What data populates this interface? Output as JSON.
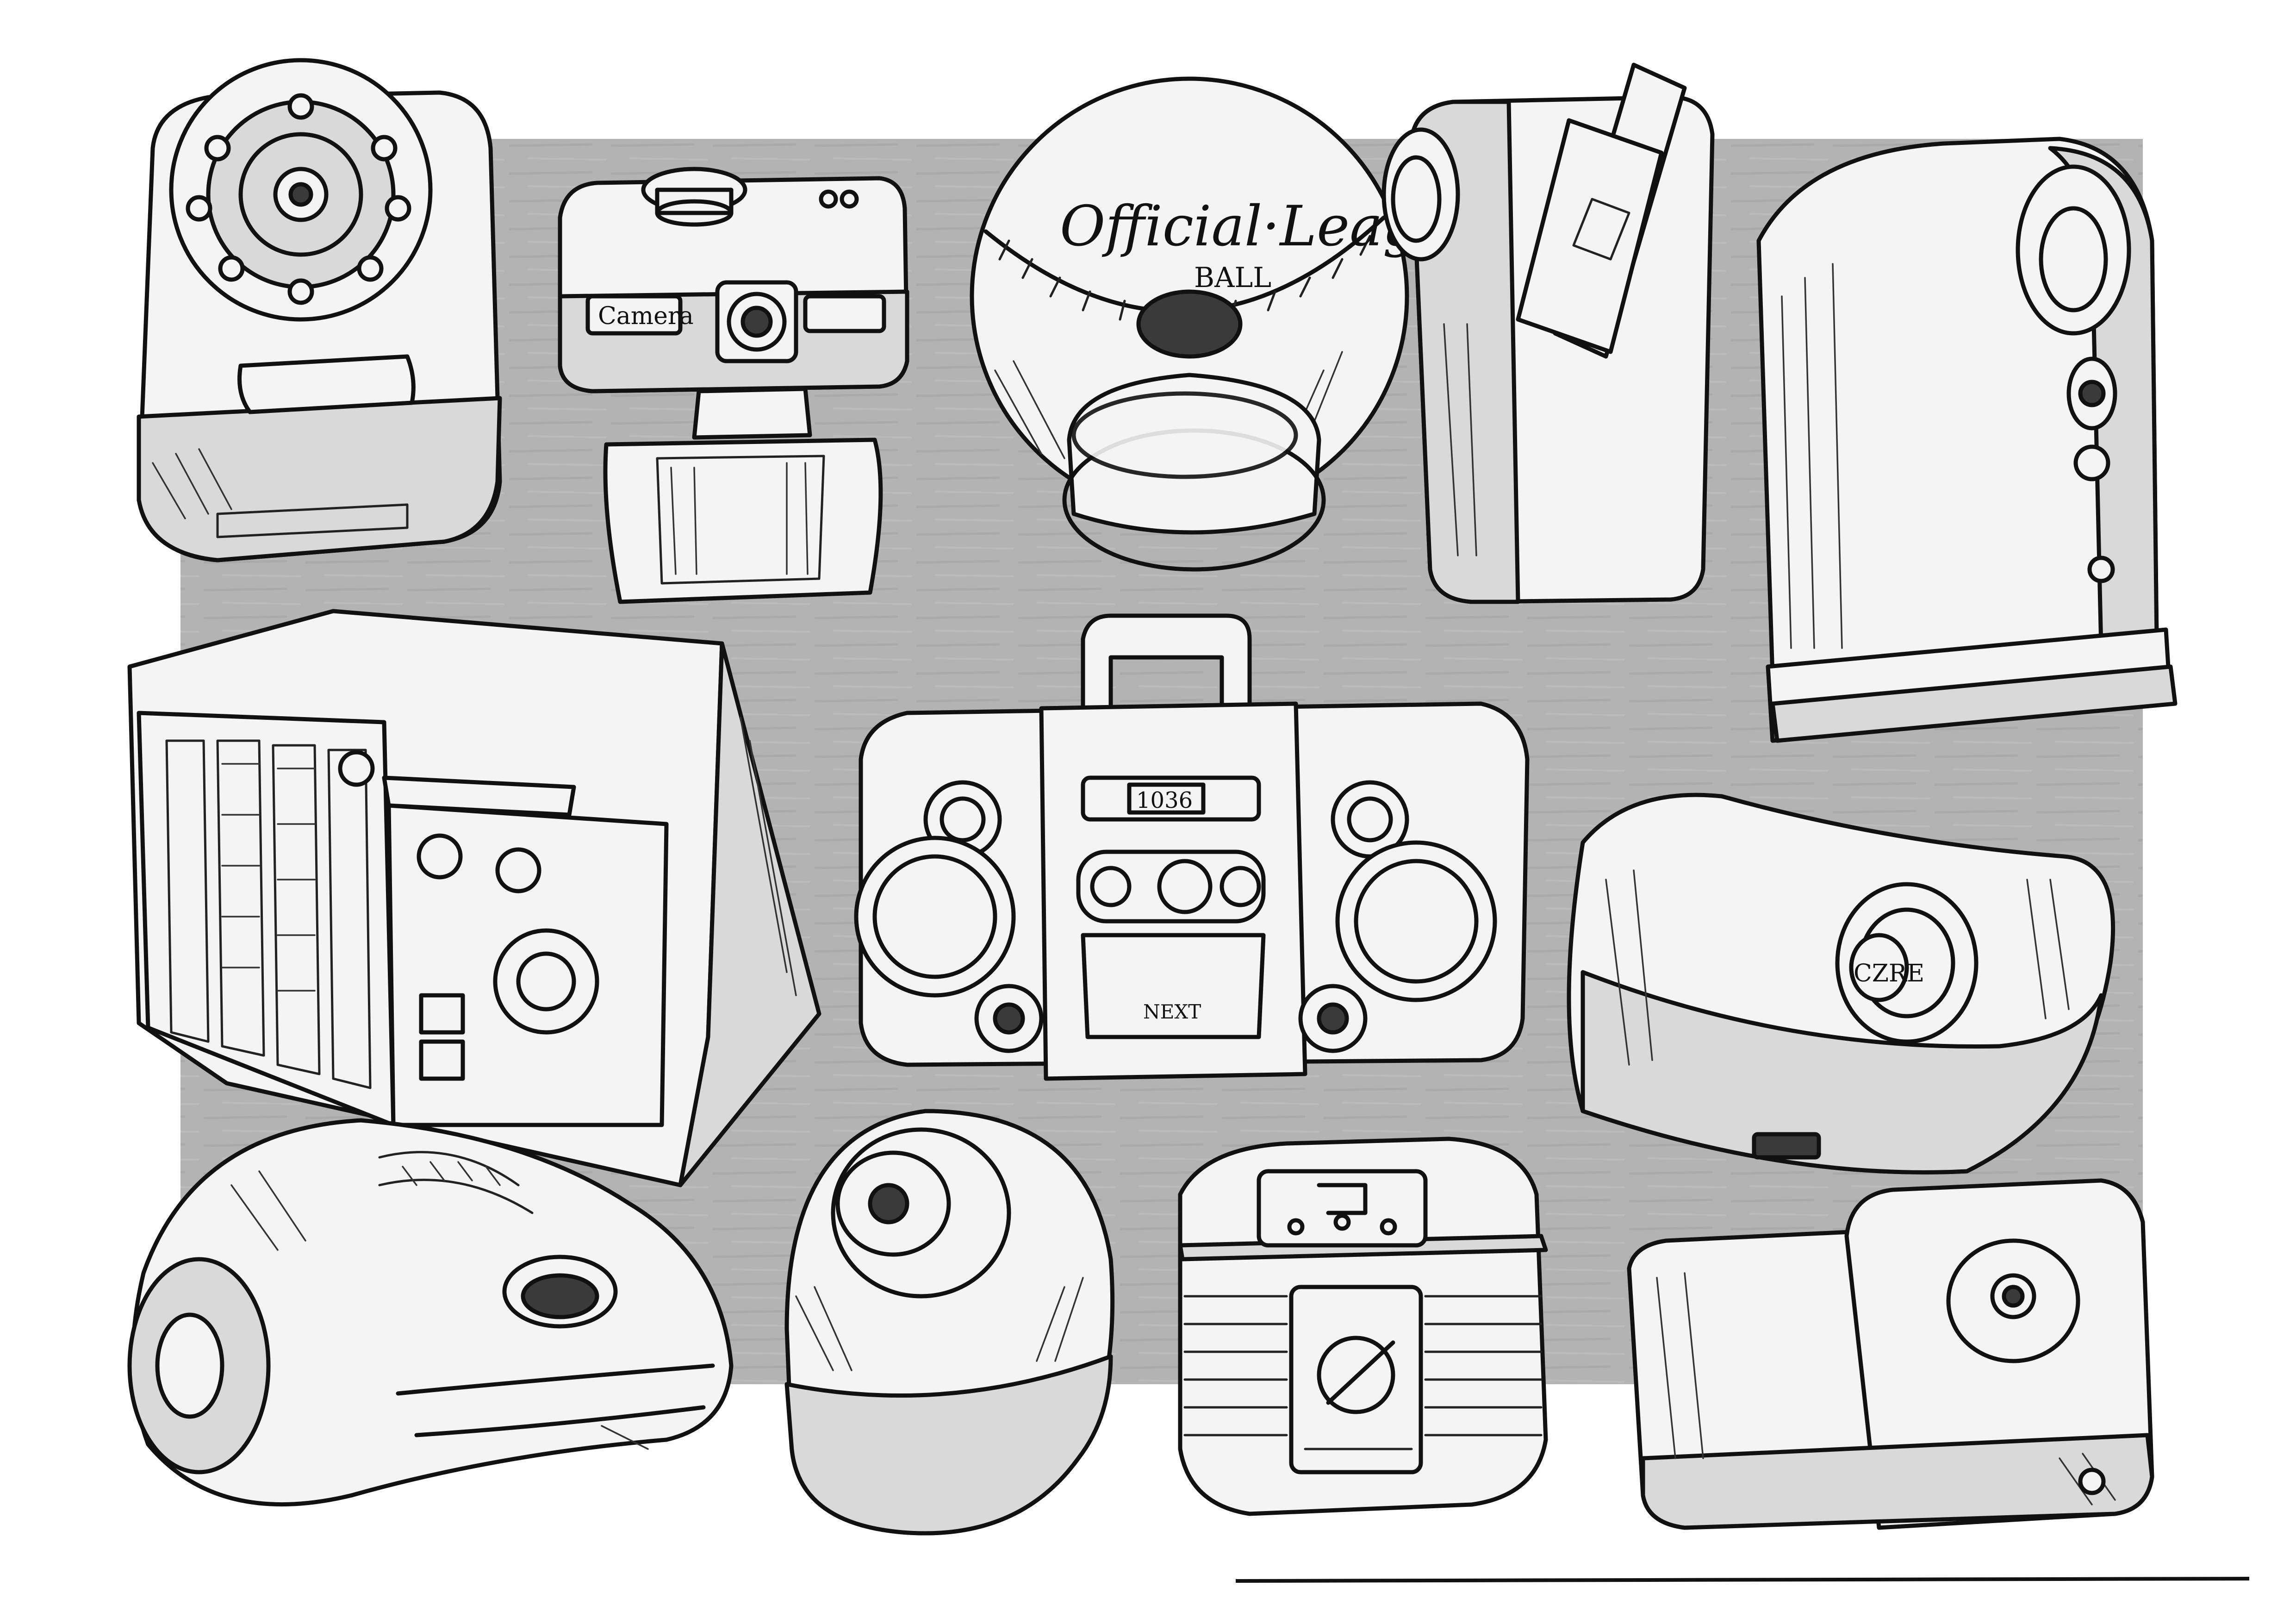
{
  "sheet": {
    "background_panel_color": "#b3b3b3",
    "ink_color": "#111111",
    "paper_color": "#ffffff"
  },
  "labels": {
    "camera_body": "Camera",
    "baseball_line1": "Official·League",
    "baseball_line2": "BALL",
    "boombox_display": "1036",
    "boombox_brand": "NEXT",
    "visor_lens": "CZRE"
  }
}
